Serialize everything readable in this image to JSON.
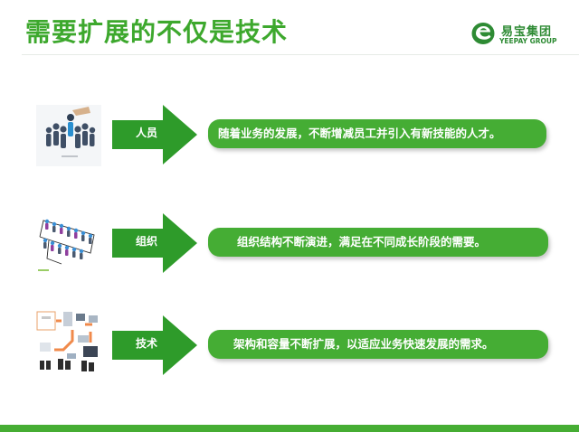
{
  "slide": {
    "title": "需要扩展的不仅是技术",
    "logo": {
      "name_cn": "易宝集团",
      "name_en": "YEEPAY GROUP"
    }
  },
  "rows": [
    {
      "label": "人员",
      "text": "随着业务的发展，不断增减员工并引入有新技能的人才。",
      "icon": "people-selection-icon"
    },
    {
      "label": "组织",
      "text": "组织结构不断演进，满足在不同成长阶段的需要。",
      "icon": "org-chart-icon"
    },
    {
      "label": "技术",
      "text": "架构和容量不断扩展，以适应业务快速发展的需求。",
      "icon": "architecture-diagram-icon"
    }
  ],
  "colors": {
    "title_green": "#3da82d",
    "pill_green": "#45ad34",
    "arrow_green": "#2e9b2a",
    "bar_green": "#46ad33"
  }
}
